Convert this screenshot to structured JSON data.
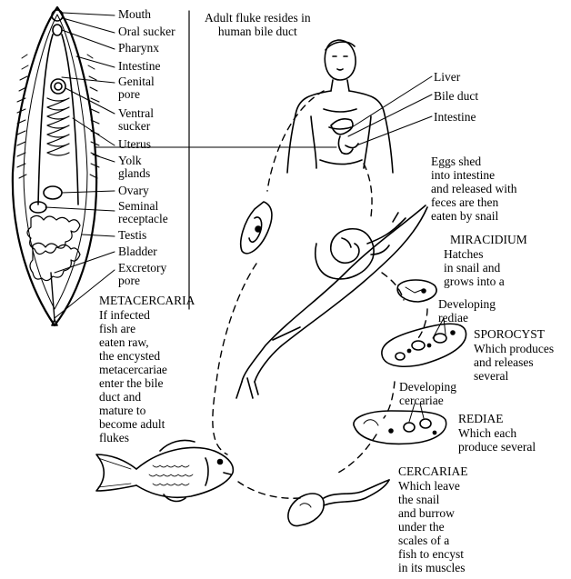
{
  "anatomy_labels": [
    {
      "id": "mouth",
      "text": "Mouth"
    },
    {
      "id": "oral_sucker",
      "text": "Oral sucker"
    },
    {
      "id": "pharynx",
      "text": "Pharynx"
    },
    {
      "id": "intestine",
      "text": "Intestine"
    },
    {
      "id": "genital_pore",
      "text": "Genital\npore"
    },
    {
      "id": "ventral_sucker",
      "text": "Ventral\nsucker"
    },
    {
      "id": "uterus",
      "text": "Uterus"
    },
    {
      "id": "yolk_glands",
      "text": "Yolk\nglands"
    },
    {
      "id": "ovary",
      "text": "Ovary"
    },
    {
      "id": "seminal_receptacle",
      "text": "Seminal\nreceptacle"
    },
    {
      "id": "testis",
      "text": "Testis"
    },
    {
      "id": "bladder",
      "text": "Bladder"
    },
    {
      "id": "excretory_pore",
      "text": "Excretory\npore"
    }
  ],
  "human": {
    "caption": "Adult fluke resides in\nhuman bile duct",
    "liver": "Liver",
    "bile_duct": "Bile duct",
    "intestine": "Intestine"
  },
  "stages": {
    "eggs": "Eggs shed\ninto intestine\nand released with\nfeces are then\neaten by snail",
    "miracidium_title": "MIRACIDIUM",
    "miracidium_text": "Hatches\nin snail and\ngrows into a",
    "developing_rediae": "Developing\nrediae",
    "sporocyst_title": "SPOROCYST",
    "sporocyst_text": "Which produces\nand releases\nseveral",
    "developing_cercariae": "Developing\ncercariae",
    "rediae_title": "REDIAE",
    "rediae_text": "Which each\nproduce several",
    "cercariae_title": "CERCARIAE",
    "cercariae_text": "Which leave\nthe snail\nand burrow\nunder the\nscales of a\nfish to encyst\nin its muscles",
    "metacercaria_title": "METACERCARIA",
    "metacercaria_text": "If infected\nfish are\neaten raw,\nthe encysted\nmetacercariae\nenter the bile\nduct and\nmature to\nbecome adult\nflukes"
  }
}
